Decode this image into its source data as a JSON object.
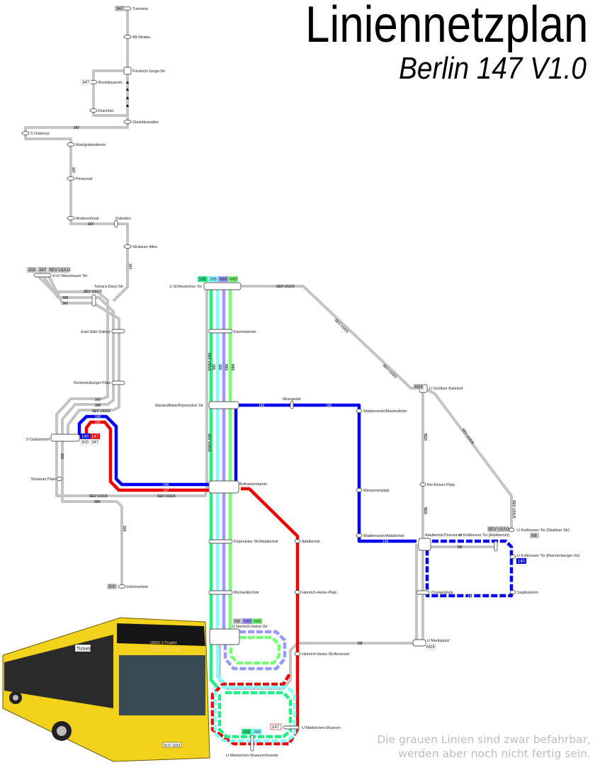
{
  "header": {
    "title": "Liniennetzplan",
    "subtitle": "Berlin 147 V1.0"
  },
  "note": {
    "line1": "Die grauen Linien sind zwar befahrbar,",
    "line2": "werden aber noch nicht fertig sein."
  },
  "routes": {
    "r347": "347",
    "r300": "300",
    "sev": "SEV U1/U3",
    "r140": "140",
    "r147": "147",
    "r165": "165",
    "r265": "265",
    "n60": "N60",
    "n65": "N65",
    "n8": "N8",
    "m29": "M29"
  },
  "colors": {
    "r140": "#0000ee",
    "r147": "#ee0000",
    "r165": "#22ee88",
    "r265": "#88ffff",
    "n60": "#9999ff",
    "n65": "#77ff77",
    "inactive": "#c4c4c4"
  },
  "stops": {
    "tunnelstr": "Tunnelstr",
    "alt_stralau": "Alt-Stralau",
    "friedrich_junge": "Friedrich-Junge-Str",
    "bootsbauerstr": "Bootsbauerstr",
    "krachtstr": "Krachtstr",
    "glasblaeserallee": "Glasbläserallee",
    "ostkreuz": "S Ostkreuz",
    "markgrafendamm": "Markgrafendamm",
    "persiusstr": "Persiusstr",
    "modersohnstr": "Modersohnstr",
    "osthafen": "Osthafen",
    "stralauer_allee": "Stralauer Allee",
    "warschauer": "S+U Warschauer Str",
    "tamara_danz": "Tamara-Danz-Str",
    "east_side": "East Side Gallery",
    "rummelsburger": "Rummelsburger Platz",
    "ostbahnhof": "S Ostbahnhof",
    "stralauer_platz": "Stralauer Platz",
    "holzmarktstr": "Holzmarktstr",
    "schlesisches_tor": "U Schlesisches Tor",
    "eisenbahnstr": "Eisenbahnstr",
    "manteuffel_koepenicker": "Manteuffelstr/Köpenicker Str",
    "wrangelstr": "Wrangelstr",
    "waldemar_manteufel": "Waldemarstr/Manteufelstr",
    "mariannenplatz": "Mariannenplatz",
    "waldemar_adalbert": "Waldemarstr/Adalbertstr",
    "bethaniendamm": "Bethaniendamm",
    "koepenicker_adalbert": "Köpenicker Str/Adalbertstr",
    "adalbertstr": "Adalbertstr",
    "michaelkirchstr": "Michaelkirchstr",
    "heinrich_heine_platz": "Heinrich-Heine-Platz",
    "heinrich_heine_str": "U Heinrich-Heine-Str",
    "heinrich_heine_annen": "Heinrich-Heine-Str/Annenstr",
    "maerkisches_museum": "U Märkisches Museum",
    "maerkisches_inselstr": "U Märkisches Museum/Inselstr",
    "goerlitzer": "U Görlitzer Bahnhof",
    "rio_reiser": "Rio-Reiser-Platz",
    "adalbert_oranien": "Adalbertstr/Oranienstr",
    "kotti_adalbert": "U Kottbusser Tor [Adalbertstr]",
    "kotti_skalitzer": "U Kottbusser Tor [Skalitzer Str]",
    "kotti_reichenberger": "U Kottbusser Tor [Reichenberger Str]",
    "segitzdamm": "Segitzdamm",
    "oranienplatz": "Oranienplatz",
    "moritzplatz": "U Moritzplatz"
  },
  "bus": {
    "destination_line1": "OMSI 2 Projekt",
    "destination_line2": "BERLIN 147",
    "side_sign": "Tickets",
    "plate": "B-IV 1933"
  }
}
